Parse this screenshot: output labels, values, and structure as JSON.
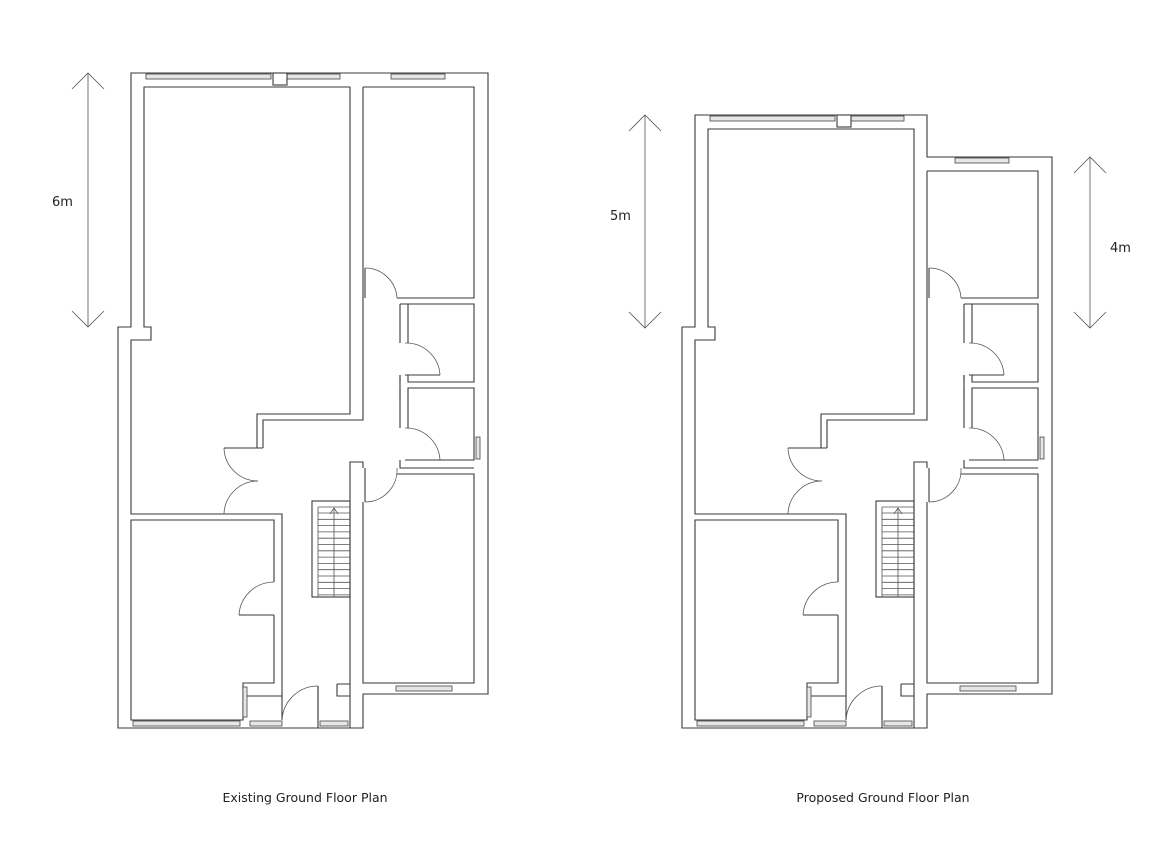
{
  "plans": [
    {
      "caption": "Existing Ground Floor Plan",
      "dimensions": [
        {
          "label": "6m"
        }
      ]
    },
    {
      "caption": "Proposed Ground Floor Plan",
      "dimensions": [
        {
          "label": "5m"
        },
        {
          "label": "4m"
        }
      ]
    }
  ],
  "colors": {
    "line": "#3a3a3a",
    "window_fill": "#e6e6e6"
  }
}
